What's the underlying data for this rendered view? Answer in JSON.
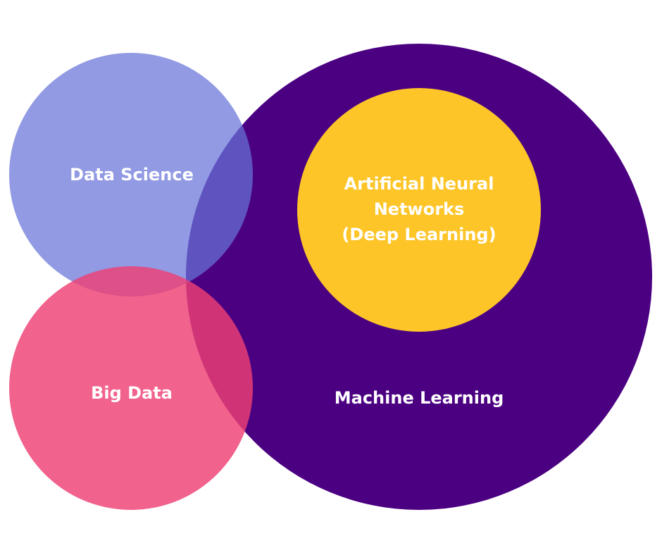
{
  "diagram": {
    "type": "venn",
    "colors": {
      "data_science": "#7b86dc",
      "big_data": "#f0467a",
      "machine_learning": "#4b0082",
      "ann": "#fdc527",
      "label_text": "#ffffff"
    },
    "circles": {
      "machine_learning": {
        "label": "Machine Learning"
      },
      "data_science": {
        "label": "Data Science"
      },
      "big_data": {
        "label": "Big Data"
      },
      "ann": {
        "label_line1": "Artificial Neural",
        "label_line2": "Networks",
        "label_line3": "(Deep Learning)"
      }
    }
  }
}
